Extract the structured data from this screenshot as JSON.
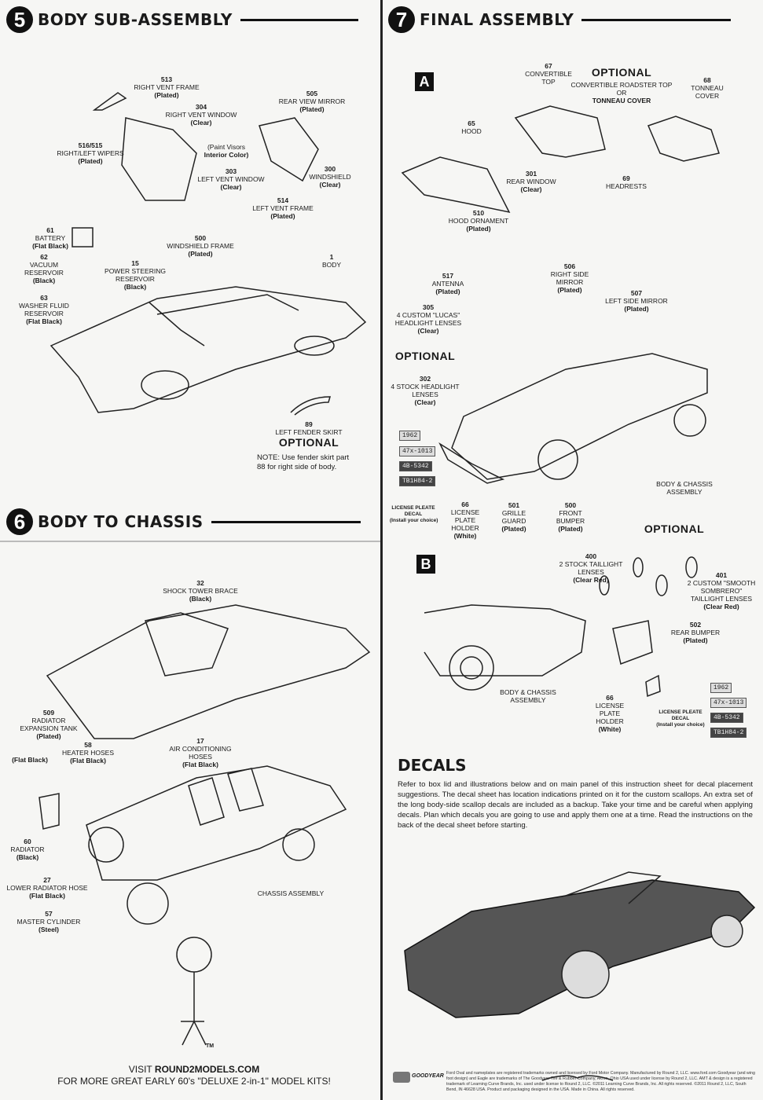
{
  "steps": [
    {
      "number": "5",
      "title": "BODY SUB-ASSEMBLY"
    },
    {
      "number": "6",
      "title": "BODY TO CHASSIS"
    },
    {
      "number": "7",
      "title": "FINAL ASSEMBLY"
    }
  ],
  "sub_steps": {
    "a": "A",
    "b": "B"
  },
  "labels": {
    "p513": {
      "num": "513",
      "name": "RIGHT VENT FRAME",
      "finish": "(Plated)"
    },
    "p304": {
      "num": "304",
      "name": "RIGHT VENT WINDOW",
      "finish": "(Clear)"
    },
    "p505": {
      "num": "505",
      "name": "REAR VIEW MIRROR",
      "finish": "(Plated)"
    },
    "p516": {
      "num": "516/515",
      "name": "RIGHT/LEFT WIPERS",
      "finish": "(Plated)"
    },
    "visors": {
      "num": "",
      "name": "(Paint Visors",
      "finish": "Interior Color)"
    },
    "p303": {
      "num": "303",
      "name": "LEFT VENT WINDOW",
      "finish": "(Clear)"
    },
    "p300": {
      "num": "300",
      "name": "WINDSHIELD",
      "finish": "(Clear)"
    },
    "p514": {
      "num": "514",
      "name": "LEFT VENT FRAME",
      "finish": "(Plated)"
    },
    "p61": {
      "num": "61",
      "name": "BATTERY",
      "finish": "(Flat Black)"
    },
    "p500a": {
      "num": "500",
      "name": "WINDSHIELD FRAME",
      "finish": "(Plated)"
    },
    "p1": {
      "num": "1",
      "name": "BODY",
      "finish": ""
    },
    "p62": {
      "num": "62",
      "name": "VACUUM RESERVOIR",
      "finish": "(Black)"
    },
    "p15": {
      "num": "15",
      "name": "POWER STEERING RESERVOIR",
      "finish": "(Black)"
    },
    "p63": {
      "num": "63",
      "name": "WASHER FLUID RESERVOIR",
      "finish": "(Flat Black)"
    },
    "p89": {
      "num": "89",
      "name": "LEFT FENDER SKIRT",
      "finish": ""
    },
    "p32": {
      "num": "32",
      "name": "SHOCK TOWER BRACE",
      "finish": "(Black)"
    },
    "p509": {
      "num": "509",
      "name": "RADIATOR EXPANSION TANK",
      "finish": "(Plated)"
    },
    "p58": {
      "num": "58",
      "name": "HEATER HOSES",
      "finish": "(Flat Black)"
    },
    "p17": {
      "num": "17",
      "name": "AIR CONDITIONING HOSES",
      "finish": "(Flat Black)"
    },
    "flatblack": {
      "num": "",
      "name": "",
      "finish": "(Flat Black)"
    },
    "p60": {
      "num": "60",
      "name": "RADIATOR",
      "finish": "(Black)"
    },
    "p27": {
      "num": "27",
      "name": "LOWER RADIATOR HOSE",
      "finish": "(Flat Black)"
    },
    "chassis": {
      "num": "",
      "name": "CHASSIS ASSEMBLY",
      "finish": ""
    },
    "p57": {
      "num": "57",
      "name": "MASTER CYLINDER",
      "finish": "(Steel)"
    },
    "p67": {
      "num": "67",
      "name": "CONVERTIBLE TOP",
      "finish": ""
    },
    "opt_top": {
      "num": "",
      "name": "CONVERTIBLE ROADSTER TOP OR",
      "finish": "TONNEAU COVER"
    },
    "p68": {
      "num": "68",
      "name": "TONNEAU COVER",
      "finish": ""
    },
    "p65": {
      "num": "65",
      "name": "HOOD",
      "finish": ""
    },
    "p301": {
      "num": "301",
      "name": "REAR WINDOW",
      "finish": "(Clear)"
    },
    "p69": {
      "num": "69",
      "name": "HEADRESTS",
      "finish": ""
    },
    "p510": {
      "num": "510",
      "name": "HOOD ORNAMENT",
      "finish": "(Plated)"
    },
    "p506": {
      "num": "506",
      "name": "RIGHT SIDE MIRROR",
      "finish": "(Plated)"
    },
    "p517": {
      "num": "517",
      "name": "ANTENNA",
      "finish": "(Plated)"
    },
    "p507": {
      "num": "507",
      "name": "LEFT SIDE MIRROR",
      "finish": "(Plated)"
    },
    "p305": {
      "num": "305",
      "name": "4 CUSTOM \"LUCAS\" HEADLIGHT LENSES",
      "finish": "(Clear)"
    },
    "p302": {
      "num": "302",
      "name": "4 STOCK HEADLIGHT LENSES",
      "finish": "(Clear)"
    },
    "bca_a": {
      "num": "",
      "name": "BODY & CHASSIS ASSEMBLY",
      "finish": ""
    },
    "lpd_a": {
      "num": "",
      "name": "LICENSE PLEATE DECAL",
      "finish": "(Install your choice)"
    },
    "p66a": {
      "num": "66",
      "name": "LICENSE PLATE HOLDER",
      "finish": "(White)"
    },
    "p501": {
      "num": "501",
      "name": "GRILLE GUARD",
      "finish": "(Plated)"
    },
    "p500b": {
      "num": "500",
      "name": "FRONT BUMPER",
      "finish": "(Plated)"
    },
    "p400": {
      "num": "400",
      "name": "2 STOCK TAILLIGHT LENSES",
      "finish": "(Clear Red)"
    },
    "p401": {
      "num": "401",
      "name": "2 CUSTOM \"SMOOTH SOMBRERO\" TAILLIGHT LENSES",
      "finish": "(Clear Red)"
    },
    "p502": {
      "num": "502",
      "name": "REAR BUMPER",
      "finish": "(Plated)"
    },
    "bca_b": {
      "num": "",
      "name": "BODY & CHASSIS ASSEMBLY",
      "finish": ""
    },
    "p66b": {
      "num": "66",
      "name": "LICENSE PLATE HOLDER",
      "finish": "(White)"
    },
    "lpd_b": {
      "num": "",
      "name": "LICENSE PLEATE DECAL",
      "finish": "(Install your choice)"
    }
  },
  "optional_label": "OPTIONAL",
  "fender_note": "NOTE: Use fender skirt part 88 for right side of body.",
  "license_plates": [
    "1962",
    "47x-1013",
    "4B-5342",
    "TB1H84-2"
  ],
  "decals": {
    "title": "DECALS",
    "body": "Refer to box lid and illustrations below and on main panel of this instruction sheet for decal placement suggestions. The decal sheet has location indications printed on it for the custom scallops. An extra set of the long body-side scallop decals are included as a backup. Take your time and be careful when applying decals. Plan which decals you are going to use and apply them one at a time. Read the instructions on the back of the decal sheet before starting."
  },
  "promo": {
    "visit": "VISIT",
    "site": "ROUND2MODELS.COM",
    "line2": "FOR MORE GREAT EARLY 60's \"DELUXE 2-in-1\" MODEL KITS!",
    "tm": "TM"
  },
  "footer": {
    "goodyear_logo": "GOODYEAR",
    "legal": "Ford Oval and nameplates are registered trademarks owned and licensed by Ford Motor Company. Manufactured by Round 2, LLC. www.ford.com Goodyear (and wing foot design) and Eagle are trademarks of The Goodyear Tire & Rubber Company, Akron, Ohio USA used under license by Round 2, LLC. AMT & design is a registered trademark of Learning Curve Brands, Inc. used under license to Round 2, LLC. ©2011 Learning Curve Brands, Inc. All rights reserved. ©2011 Round 2, LLC, South Bend, IN 46628 USA. Product and packaging designed in the USA. Made in China. All rights reserved."
  }
}
